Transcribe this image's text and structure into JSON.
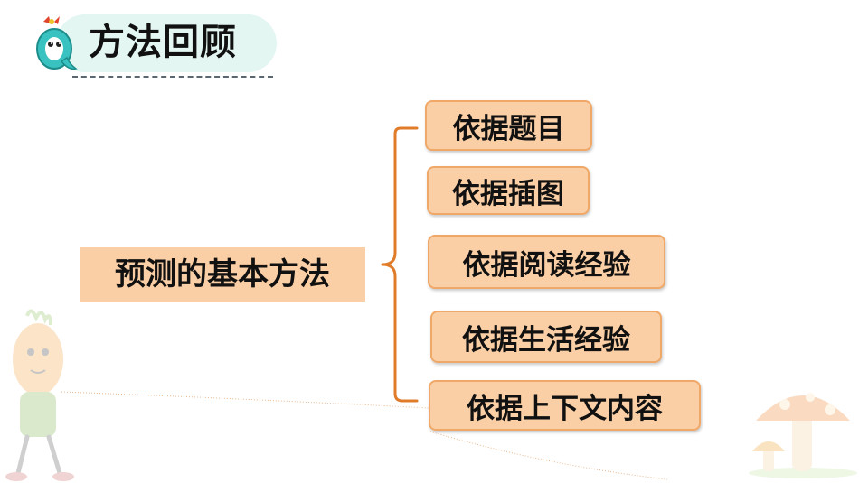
{
  "header": {
    "title": "方法回顾",
    "pill_color": "#e3f6f2",
    "icon": "q-letter-icon"
  },
  "diagram": {
    "root_label": "预测的基本方法",
    "items": [
      "依据题目",
      "依据插图",
      "依据阅读经验",
      "依据生活经验",
      "依据上下文内容"
    ],
    "colors": {
      "box_fill": "#fbcfa5",
      "box_border": "#f0a868",
      "brace": "#e07b2a"
    }
  },
  "decorations": {
    "left": "carrot-character-icon",
    "right": "mushroom-icon"
  }
}
